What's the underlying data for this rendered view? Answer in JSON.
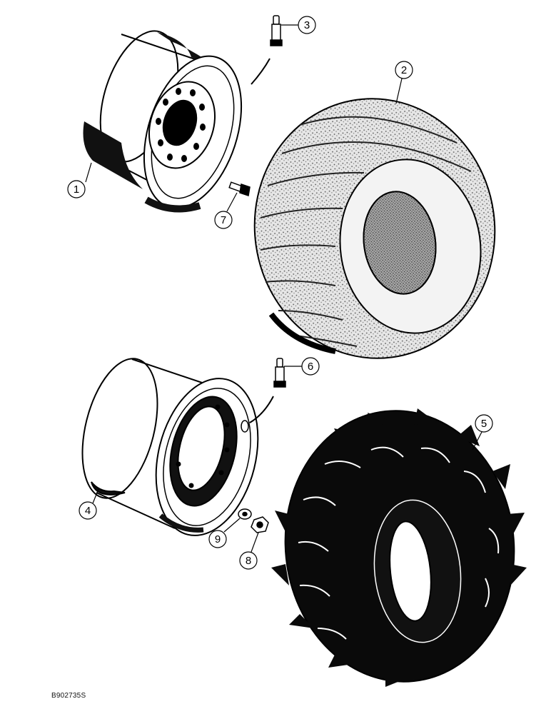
{
  "callouts": {
    "c1": "1",
    "c2": "2",
    "c3": "3",
    "c4": "4",
    "c5": "5",
    "c6": "6",
    "c7": "7",
    "c8": "8",
    "c9": "9"
  },
  "figure_code": "B902735S"
}
